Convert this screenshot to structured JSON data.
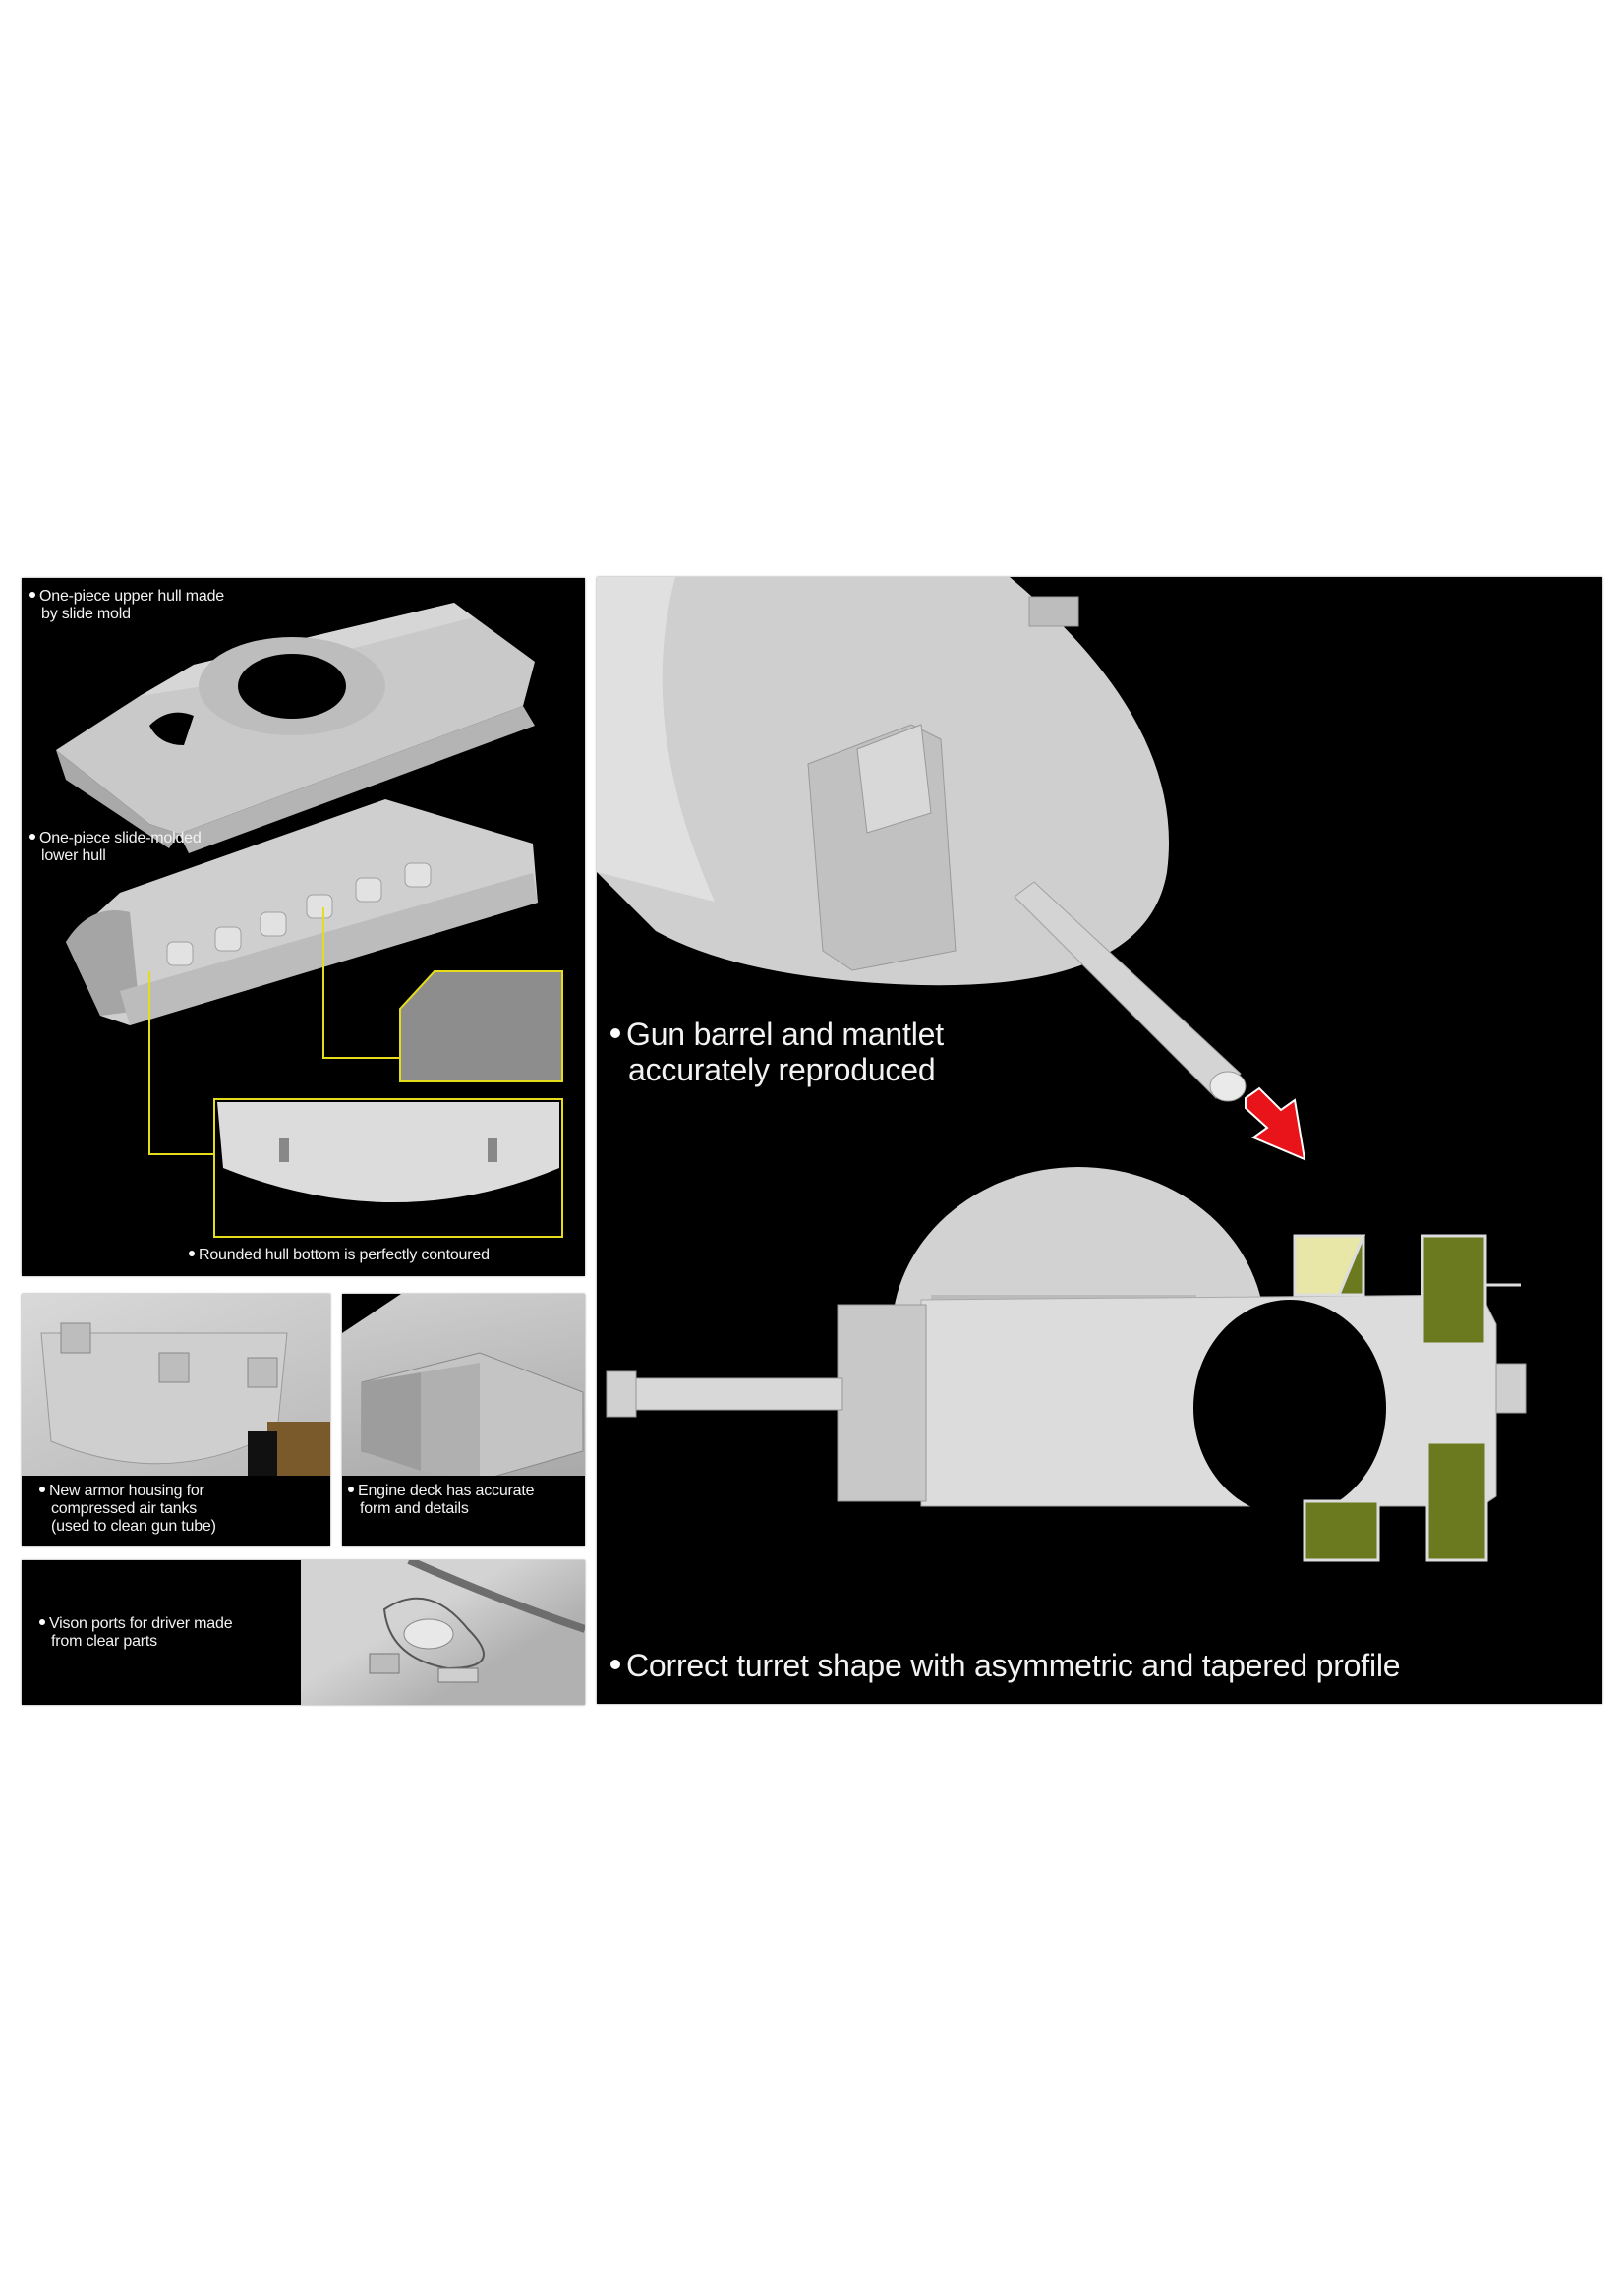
{
  "sheet": {
    "background": "#ffffff",
    "panel_color": "#000000",
    "highlight_color": "#e6dd1a",
    "arrow_color": "#e8141a",
    "armor_color": "#6b7a1f"
  },
  "features": {
    "upper_hull": {
      "line1": "One-piece upper hull made",
      "line2": "by slide mold"
    },
    "lower_hull": {
      "line1": "One-piece slide-molded",
      "line2": "lower hull"
    },
    "hull_bottom": {
      "line1": "Rounded hull bottom is perfectly contoured"
    },
    "armor_housing": {
      "line1": "New armor housing for",
      "line2": "compressed air tanks",
      "line3": "(used to clean gun tube)"
    },
    "engine_deck": {
      "line1": "Engine deck has accurate",
      "line2": "form and details"
    },
    "vision_ports": {
      "line1": "Vison ports for driver made",
      "line2": "from clear parts"
    },
    "gun_barrel": {
      "line1": "Gun barrel and mantlet",
      "line2": "accurately reproduced"
    },
    "turret_shape": {
      "line1": "Correct turret shape with asymmetric and tapered profile"
    }
  },
  "icons": {
    "bullet": "bullet-dot-icon",
    "arrow": "red-arrow-icon"
  }
}
